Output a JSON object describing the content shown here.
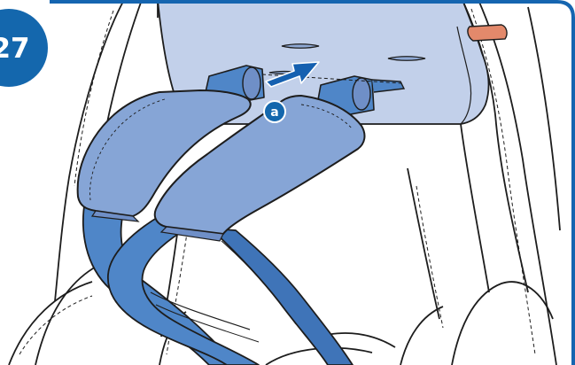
{
  "step": {
    "number": "27"
  },
  "callout": {
    "label": "a"
  },
  "colors": {
    "frame_blue": "#1565b0",
    "badge_blue": "#1467ad",
    "pad_blue": "#86a5d6",
    "pad_dark": "#6f8fc7",
    "strap_blue": "#4f86c8",
    "strap_dark": "#3f74b8",
    "headrest_blue": "#c2d0ea",
    "arrow_blue": "#1560b0",
    "release_orange": "#e3896b",
    "outline": "#1d1d1d"
  },
  "icons": {
    "step_badge": "step-number-badge",
    "direction": "arrow-right-icon",
    "callout": "callout-a-icon"
  }
}
